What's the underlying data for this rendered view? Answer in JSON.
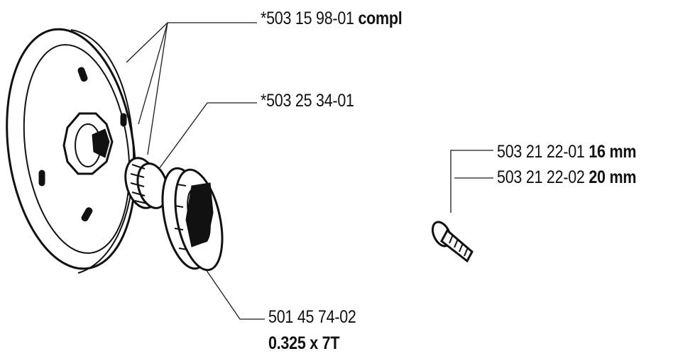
{
  "parts": {
    "clutch_drum": {
      "part_number": "*503 15 98-01",
      "suffix": "compl"
    },
    "needle_bearing": {
      "part_number": "*503 25 34-01"
    },
    "sprocket": {
      "part_number": "501 45 74-02",
      "size": "0.325 x 7T"
    },
    "bolt_16": {
      "part_number": "503 21 22-01",
      "length": "16 mm"
    },
    "bolt_20": {
      "part_number": "503 21 22-02",
      "length": "20 mm"
    }
  },
  "colors": {
    "ink": "#111111",
    "background": "#ffffff"
  }
}
